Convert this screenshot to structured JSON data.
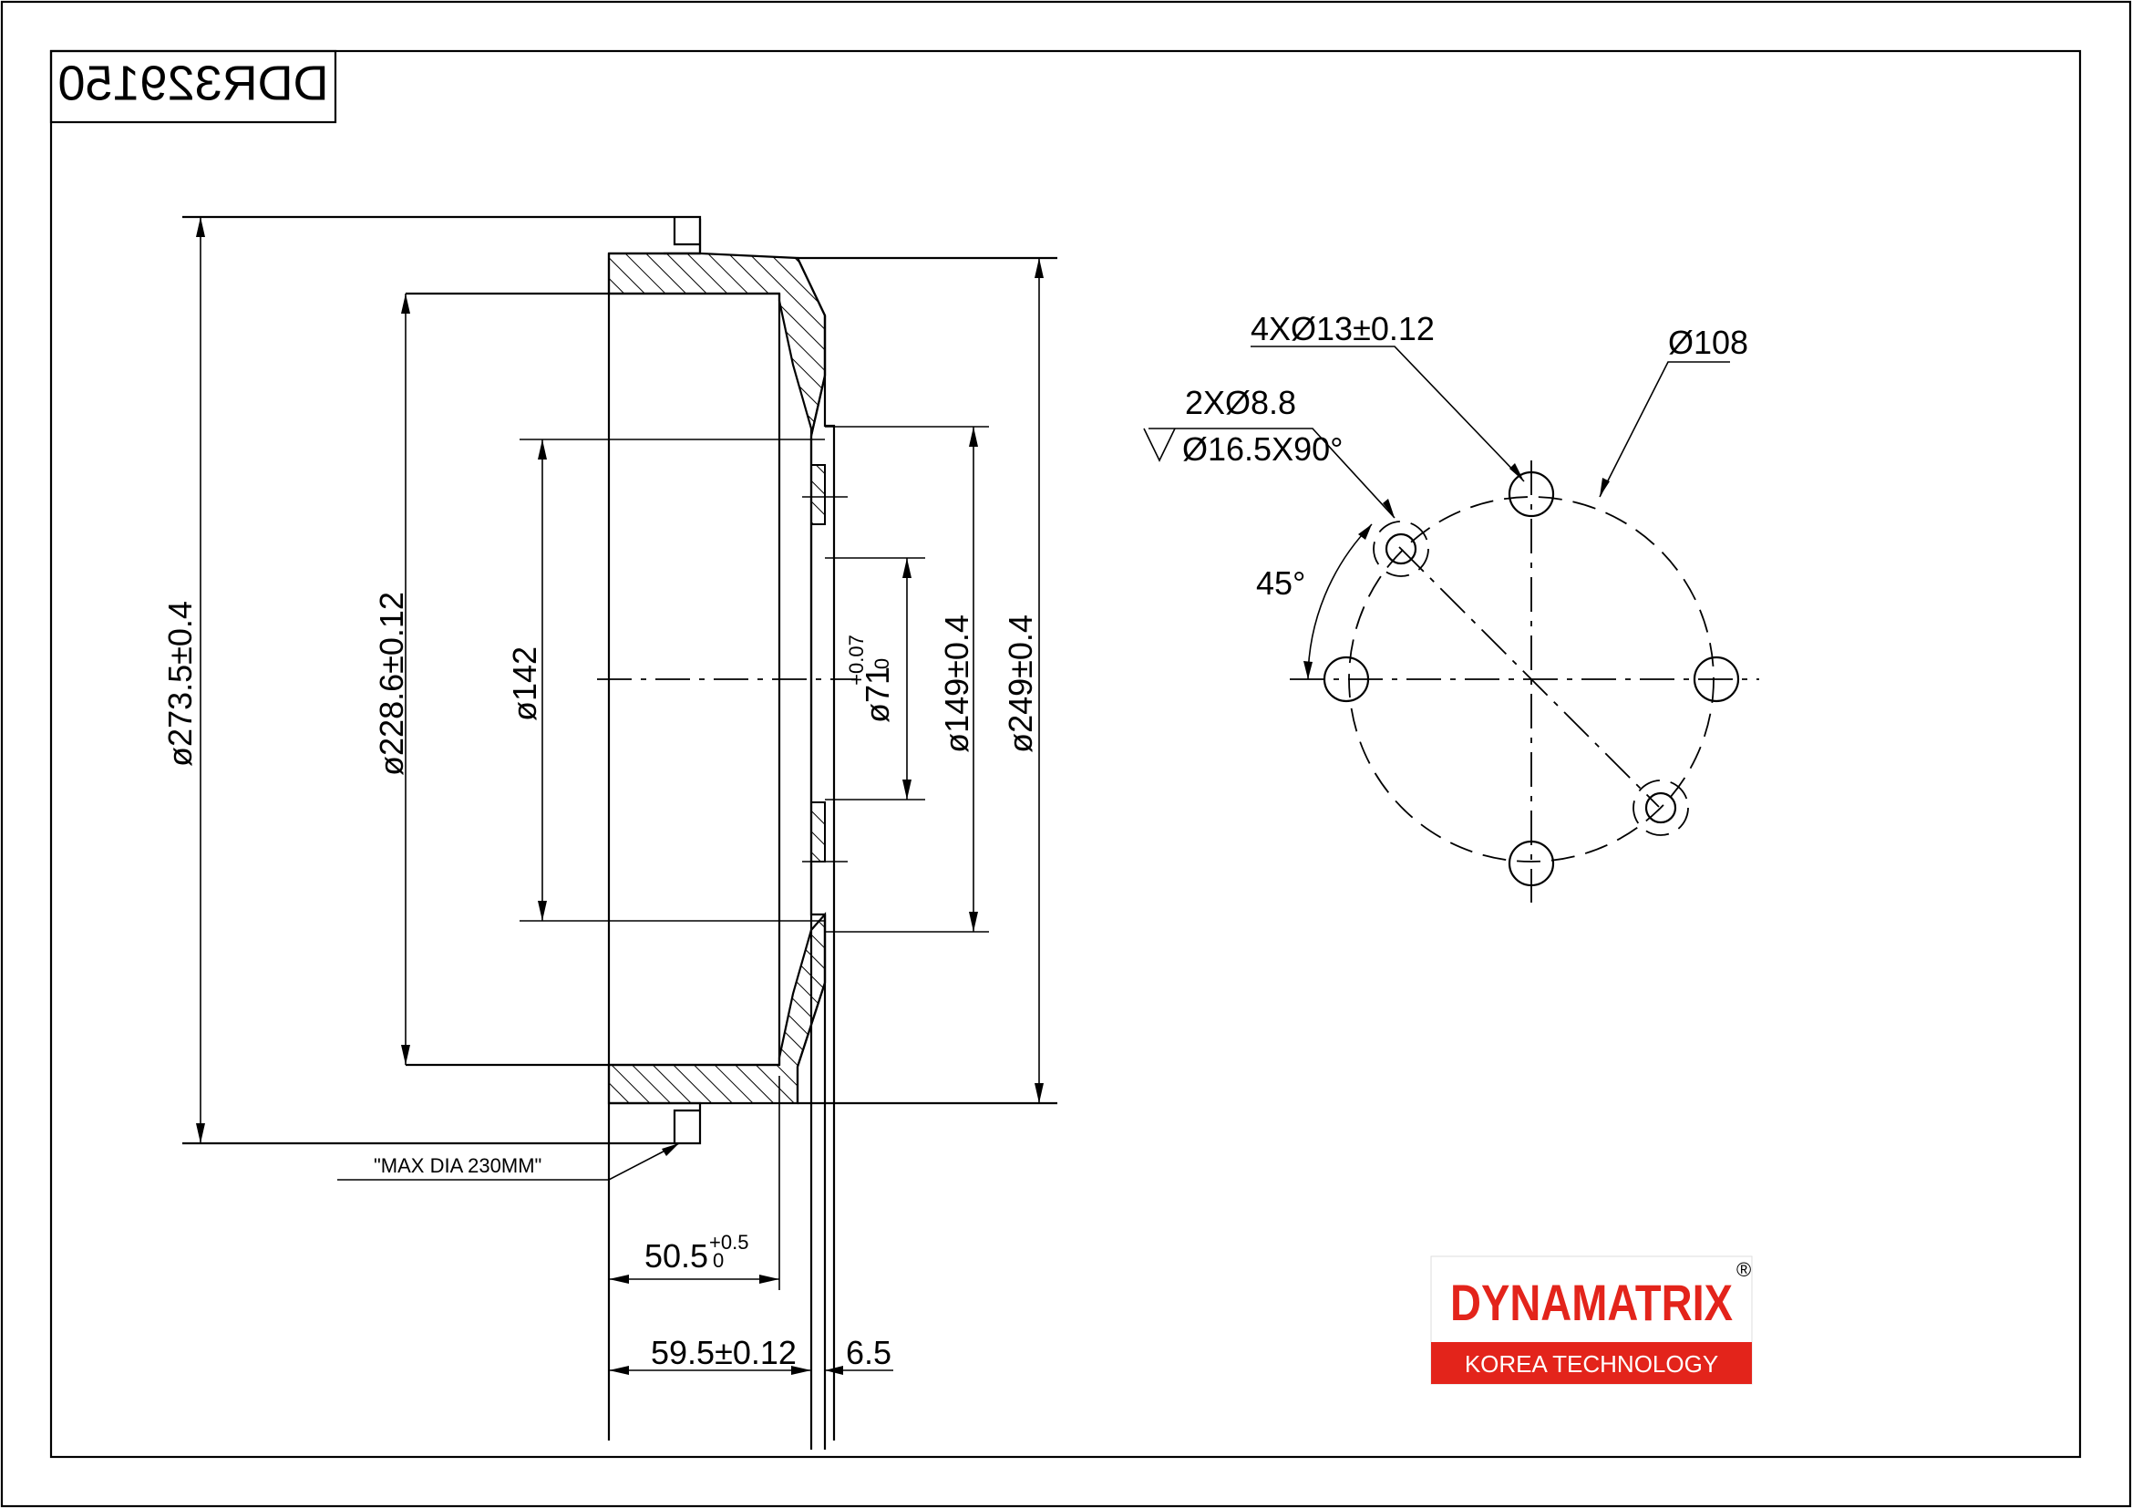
{
  "part_number": "DDR329150",
  "dimensions": {
    "d_outer": "ø273.5±0.4",
    "d_braking": "ø228.6±0.12",
    "d_hub": "ø142",
    "d_center": "ø71",
    "d_center_tol_upper": "+0.07",
    "d_center_tol_lower": "0",
    "d_flange": "ø149±0.4",
    "d_rim": "ø249±0.4",
    "depth_inner": "50.5",
    "depth_inner_tol_upper": "+0.5",
    "depth_inner_tol_lower": "0",
    "depth_total": "59.5±0.12",
    "thickness": "6.5",
    "max_dia_note": "\"MAX DIA 230MM\""
  },
  "bolt_pattern": {
    "stud_holes": "4XØ13±0.12",
    "pcd": "Ø108",
    "screw_holes": "2XØ8.8",
    "countersink": "Ø16.5X90°",
    "angle": "45°"
  },
  "logo": {
    "brand": "DYNAMATRIX",
    "registered": "®",
    "tagline": "KOREA TECHNOLOGY",
    "brand_color": "#e3241b"
  }
}
